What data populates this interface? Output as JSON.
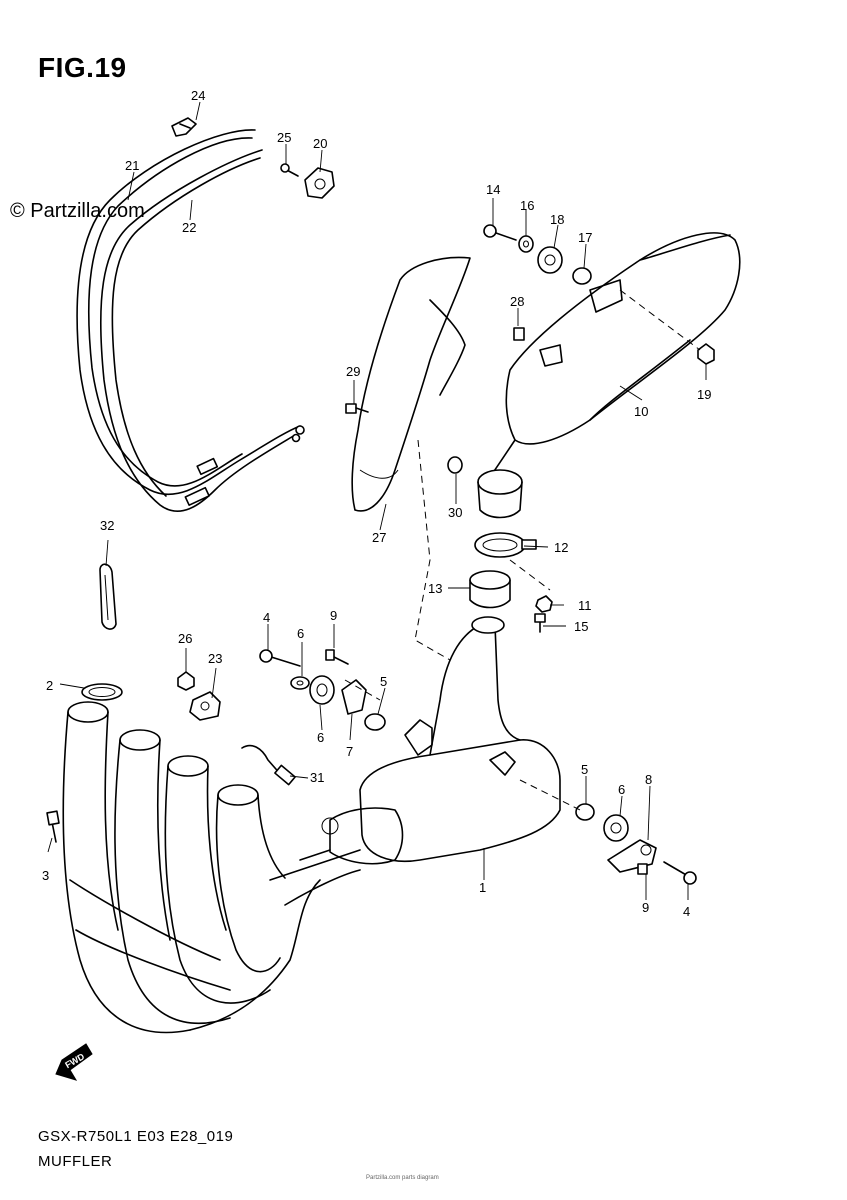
{
  "figure": {
    "title": "FIG.19",
    "watermark": "© Partzilla.com",
    "model_code": "GSX-R750L1 E03 E28_019",
    "caption": "MUFFLER",
    "footer_note": "Partzilla.com parts diagram",
    "fwd_label": "FWD"
  },
  "callouts": [
    "1",
    "2",
    "3",
    "4",
    "4",
    "5",
    "5",
    "6",
    "6",
    "6",
    "7",
    "8",
    "9",
    "9",
    "10",
    "11",
    "12",
    "13",
    "14",
    "15",
    "16",
    "17",
    "18",
    "19",
    "20",
    "21",
    "22",
    "23",
    "24",
    "25",
    "26",
    "27",
    "28",
    "29",
    "30",
    "31",
    "32"
  ]
}
